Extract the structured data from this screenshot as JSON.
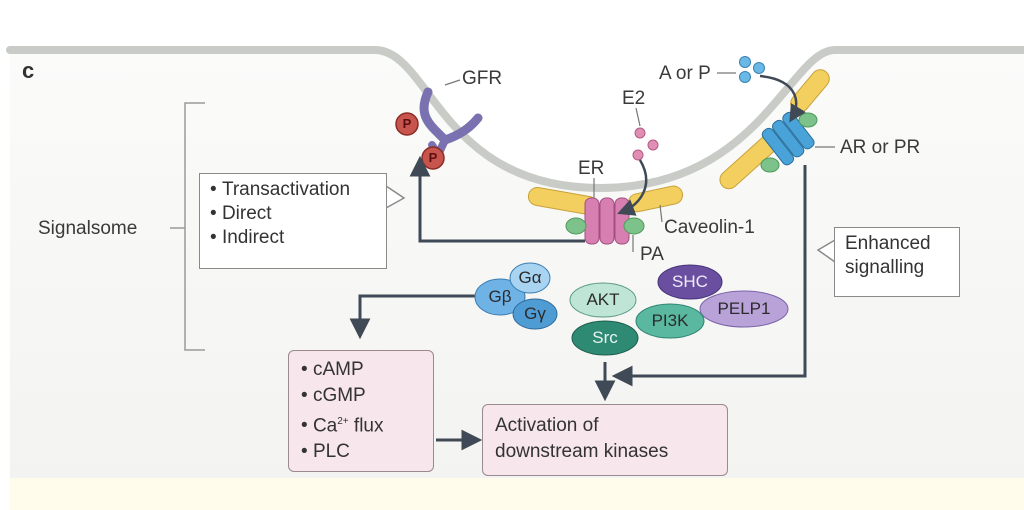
{
  "panel": "c",
  "labels": {
    "gfr": "GFR",
    "a_or_p": "A or P",
    "e2": "E2",
    "er": "ER",
    "ar_or_pr": "AR or PR",
    "caveolin": "Caveolin-1",
    "pa": "PA",
    "signalsome": "Signalsome",
    "p": "P"
  },
  "transactivation": {
    "title": "Transactivation",
    "items": [
      "Direct",
      "Indirect"
    ]
  },
  "enhanced": {
    "line1": "Enhanced",
    "line2": "signalling"
  },
  "proteins": {
    "ga": "Gα",
    "gb": "Gβ",
    "gy": "Gγ",
    "akt": "AKT",
    "shc": "SHC",
    "pelp1": "PELP1",
    "pi3k": "PI3K",
    "src": "Src"
  },
  "second_messengers": {
    "items": [
      "cAMP",
      "cGMP",
      "Ca",
      "PLC"
    ],
    "ca_sup": "2+",
    "ca_suffix": " flux"
  },
  "activation": {
    "line1": "Activation of",
    "line2": "downstream kinases"
  },
  "colors": {
    "membrane": "#c9cbc6",
    "receptor_purple": "#7a72b0",
    "er_pink": "#d77fb0",
    "ar_blue": "#4aa3d8",
    "caveolin_yellow": "#f2cf5e",
    "green_dot": "#7cc28a",
    "arrow": "#3f4a56",
    "pink_box": "#f7e6ec",
    "footer": "#fffcec"
  }
}
